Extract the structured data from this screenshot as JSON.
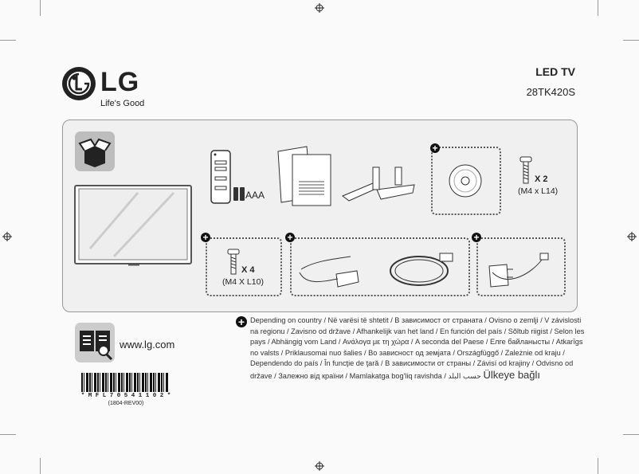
{
  "brand": {
    "name": "LG",
    "tagline": "Life's Good"
  },
  "header": {
    "product": "LED TV",
    "model": "28TK420S"
  },
  "contents": {
    "batteries_label": "AAA",
    "stand_screw_qty": "X 2",
    "stand_screw_spec": "(M4 x L14)",
    "wall_screw_qty": "X 4",
    "wall_screw_spec": "(M4 X L10)"
  },
  "website": "www.lg.com",
  "barcode": {
    "code": "* M F L 7 0 5 4 1 1 0 2 *",
    "revision": "(1804-REV00)"
  },
  "note": {
    "text": "Depending on country / Në varësi të shtetit / В зависимост от страната / Ovisno o zemlji / V závislosti na regionu / Zavisno od države / Afhankelijk van het land / En función del país / Sõltub riigist / Selon les pays / Abhängig vom Land / Ανάλογα με τη χώρα / A seconda del Paese / Елге байланысты / Atkarīgs no valsts / Priklausomai nuo šalies / Во зависност од земјата / Országfüggő / Zależnie od kraju / Dependendo do país / În funcţie de ţară / В зависимости от страны / Závisí od krajiny / Odvisno od države / Залежно від країни / Mamlakatga bog'liq ravishda / حسب البلد",
    "turkish": "Ülkeye bağlı"
  }
}
